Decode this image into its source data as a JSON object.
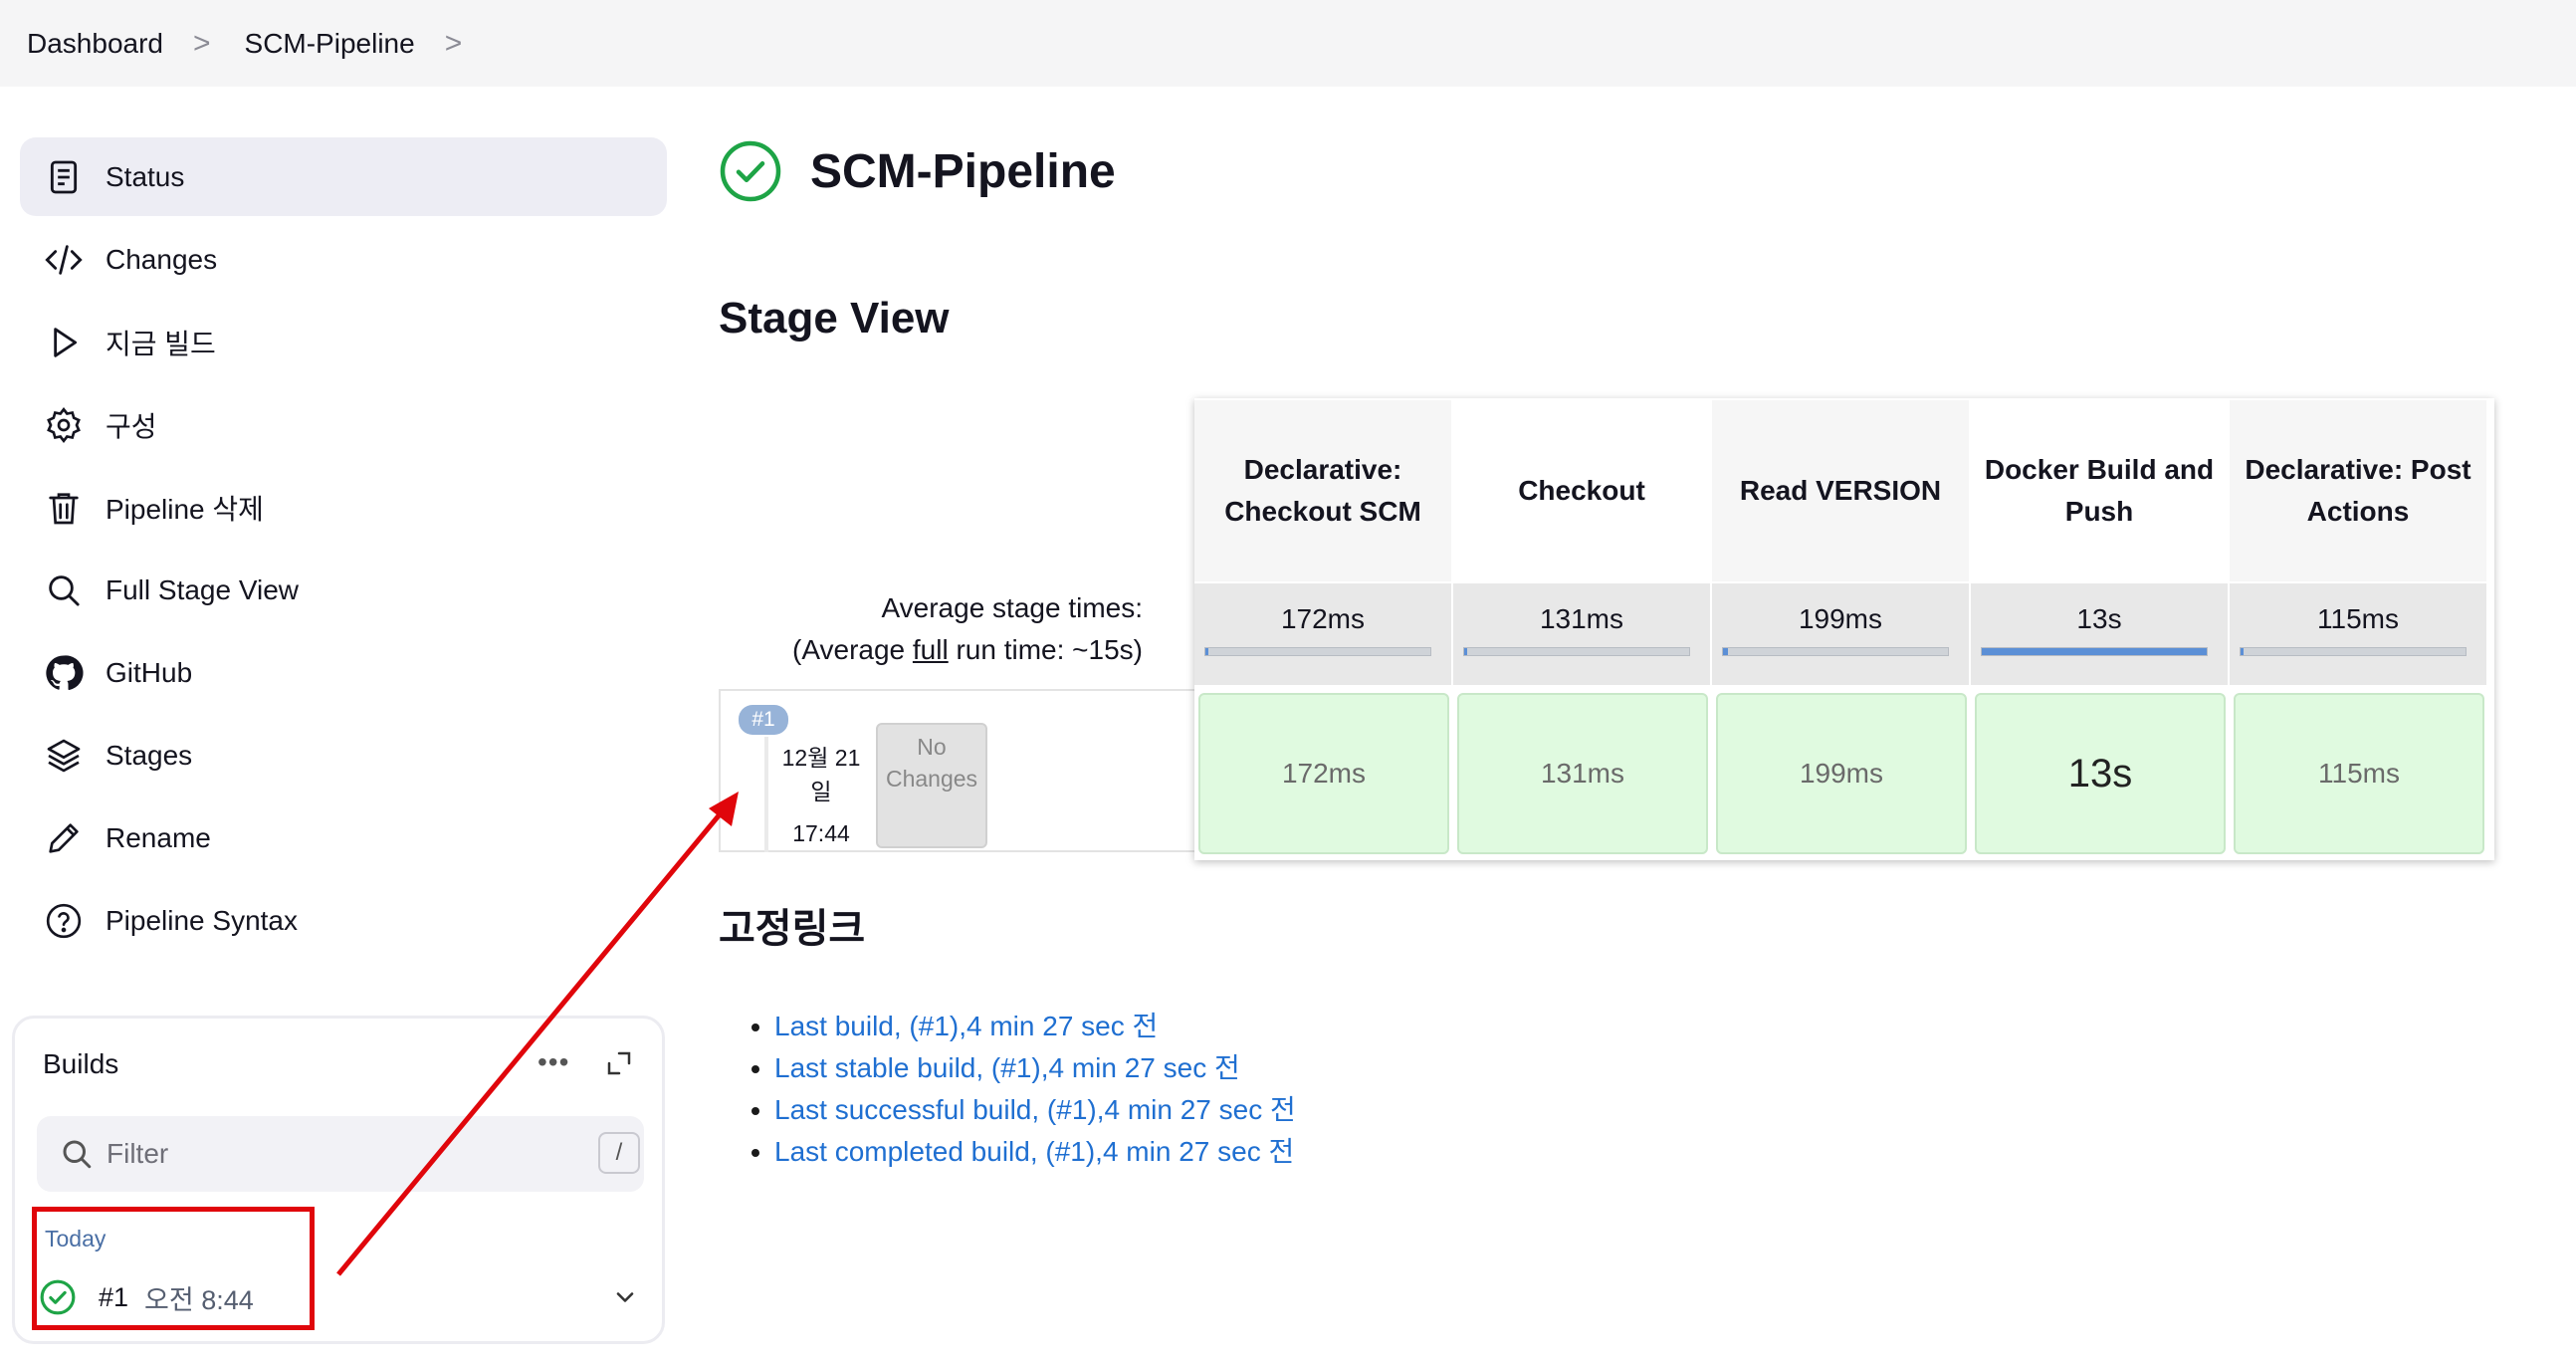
{
  "breadcrumb": {
    "items": [
      "Dashboard",
      "SCM-Pipeline"
    ],
    "separator": ">"
  },
  "sidebar": {
    "items": [
      {
        "label": "Status",
        "icon": "document-icon",
        "active": true
      },
      {
        "label": "Changes",
        "icon": "code-icon"
      },
      {
        "label": "지금 빌드",
        "icon": "play-icon"
      },
      {
        "label": "구성",
        "icon": "gear-icon"
      },
      {
        "label": "Pipeline 삭제",
        "icon": "trash-icon"
      },
      {
        "label": "Full Stage View",
        "icon": "search-icon"
      },
      {
        "label": "GitHub",
        "icon": "github-icon"
      },
      {
        "label": "Stages",
        "icon": "layers-icon"
      },
      {
        "label": "Rename",
        "icon": "pencil-icon"
      },
      {
        "label": "Pipeline Syntax",
        "icon": "help-icon"
      }
    ]
  },
  "builds": {
    "title": "Builds",
    "more": "•••",
    "filter_placeholder": "Filter",
    "filter_shortcut": "/",
    "group": "Today",
    "items": [
      {
        "number": "#1",
        "time": "오전 8:44",
        "status": "success"
      }
    ]
  },
  "main": {
    "title": "SCM-Pipeline",
    "stage_view_heading": "Stage View",
    "avg_label": "Average stage times:",
    "avg_full_prefix": "(Average ",
    "avg_full_word": "full",
    "avg_full_suffix": " run time: ~15s)",
    "run": {
      "badge": "#1",
      "date_line1": "12월 21",
      "date_line2": "일",
      "time": "17:44",
      "changes": "No Changes"
    },
    "stages": [
      {
        "name": "Declarative: Checkout SCM",
        "avg": "172ms",
        "duration": "172ms",
        "avg_fraction": 0.01
      },
      {
        "name": "Checkout",
        "avg": "131ms",
        "duration": "131ms",
        "avg_fraction": 0.01
      },
      {
        "name": "Read VERSION",
        "avg": "199ms",
        "duration": "199ms",
        "avg_fraction": 0.02
      },
      {
        "name": "Docker Build and Push",
        "avg": "13s",
        "duration": "13s",
        "avg_fraction": 1.0
      },
      {
        "name": "Declarative: Post Actions",
        "avg": "115ms",
        "duration": "115ms",
        "avg_fraction": 0.01
      }
    ],
    "permalinks_heading": "고정링크",
    "permalinks": [
      "Last build, (#1),4 min 27 sec 전",
      "Last stable build, (#1),4 min 27 sec 전",
      "Last successful build, (#1),4 min 27 sec 전",
      "Last completed build, (#1),4 min 27 sec 전"
    ]
  },
  "colors": {
    "success": "#1ea446",
    "link": "#1f6fd1",
    "annotation": "#e0060b",
    "stage_cell": "#e0fae0"
  }
}
